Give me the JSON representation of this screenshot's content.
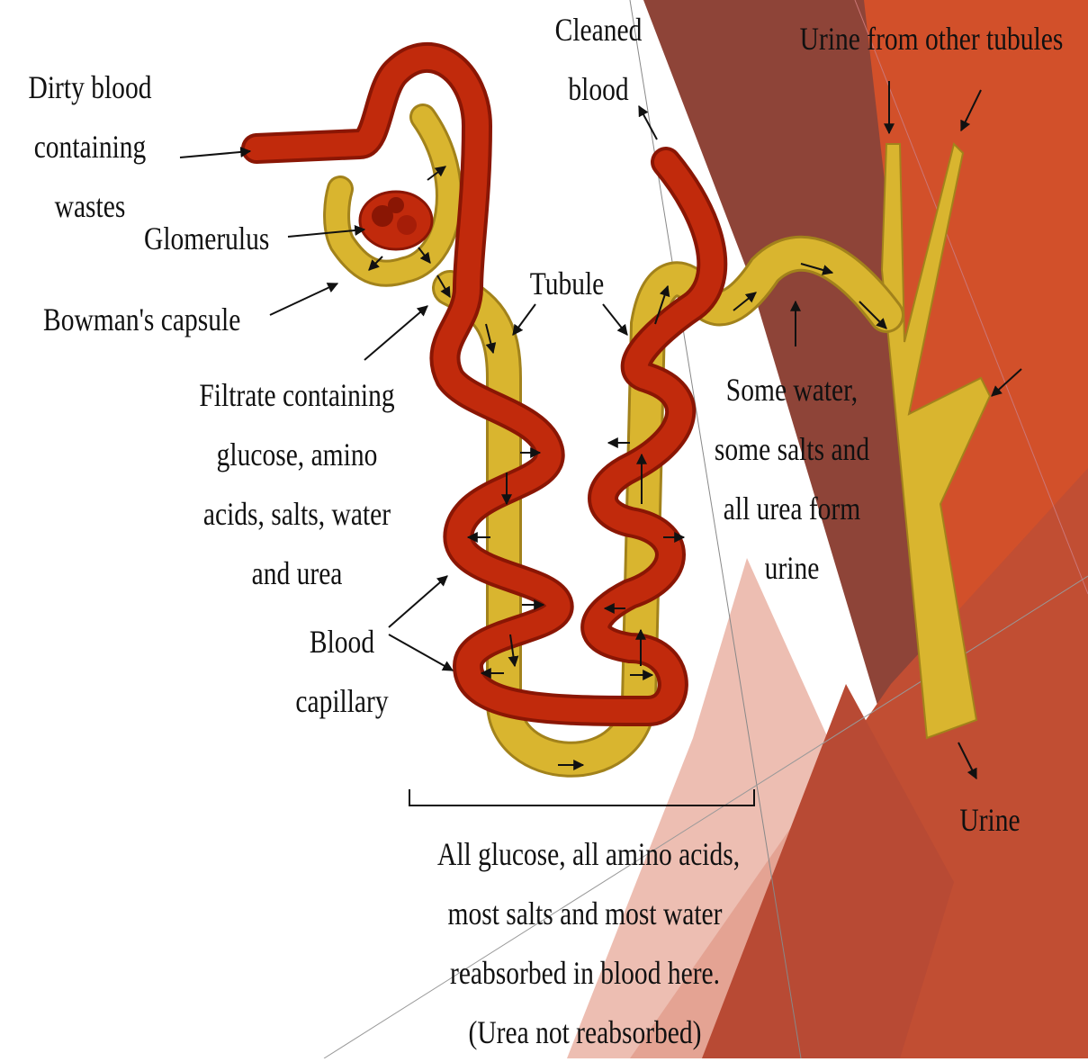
{
  "slide": {
    "background_colors": {
      "white": "#ffffff",
      "dark_brown": "#8e4438",
      "mid_red": "#b84a34",
      "orange": "#d2502a",
      "peach": "#eab3a4"
    }
  },
  "diagram": {
    "colors": {
      "blood_vessel": "#c12a0c",
      "blood_vessel_dark": "#8a1604",
      "tubule": "#d9b52f",
      "tubule_dark": "#a2821b",
      "arrow": "#111111"
    },
    "labels": {
      "dirty_blood": "Dirty blood\ncontaining\nwastes",
      "cleaned_blood": "Cleaned\nblood",
      "urine_from_other": "Urine from other tubules",
      "glomerulus": "Glomerulus",
      "bowmans_capsule": "Bowman's capsule",
      "tubule": "Tubule",
      "filtrate": "Filtrate containing\nglucose, amino\nacids, salts, water\nand urea",
      "some_water": "Some water,\nsome salts and\nall urea form\nurine",
      "blood_capillary": "Blood\ncapillary",
      "urine": "Urine",
      "reabsorbed": "All glucose, all amino acids,\nmost salts and most water\nreabsorbed in blood here.\n(Urea not reabsorbed)"
    }
  }
}
